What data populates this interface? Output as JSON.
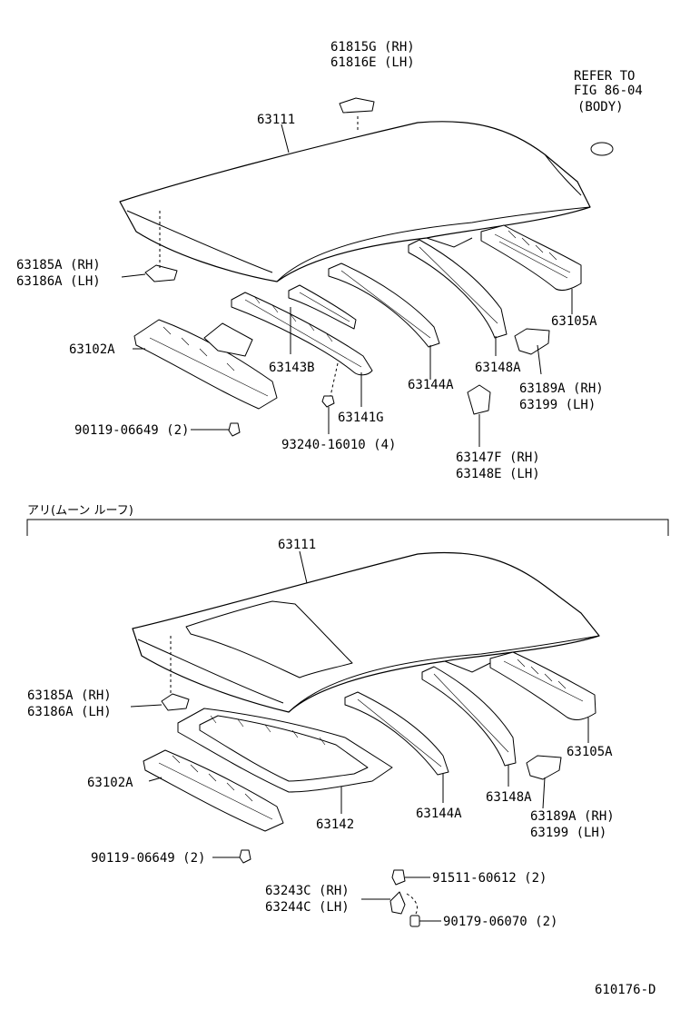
{
  "diagram": {
    "ref_code": "610176-D",
    "refer": {
      "line1": "REFER TO",
      "line2": "FIG 86-04",
      "line3": "(BODY)"
    },
    "section2_title": "アリ(ムーン ルーフ)",
    "top": {
      "p61815": [
        "61815G (RH)",
        "61816E (LH)"
      ],
      "p63111": "63111",
      "p63185": [
        "63185A (RH)",
        "63186A (LH)"
      ],
      "p63102": "63102A",
      "p63143": "63143B",
      "p63141": "63141G",
      "p63144": "63144A",
      "p63148": "63148A",
      "p63105": "63105A",
      "p63189": [
        "63189A (RH)",
        "63199 (LH)"
      ],
      "p90119": "90119-06649 (2)",
      "p93240": "93240-16010 (4)",
      "p63147": [
        "63147F (RH)",
        "63148E (LH)"
      ]
    },
    "bottom": {
      "p63111": "63111",
      "p63185": [
        "63185A (RH)",
        "63186A (LH)"
      ],
      "p63102": "63102A",
      "p63142": "63142",
      "p63144": "63144A",
      "p63148": "63148A",
      "p63105": "63105A",
      "p63189": [
        "63189A (RH)",
        "63199 (LH)"
      ],
      "p90119": "90119-06649 (2)",
      "p63243": [
        "63243C (RH)",
        "63244C (LH)"
      ],
      "p91511": "91511-60612 (2)",
      "p90179": "90179-06070 (2)"
    }
  }
}
